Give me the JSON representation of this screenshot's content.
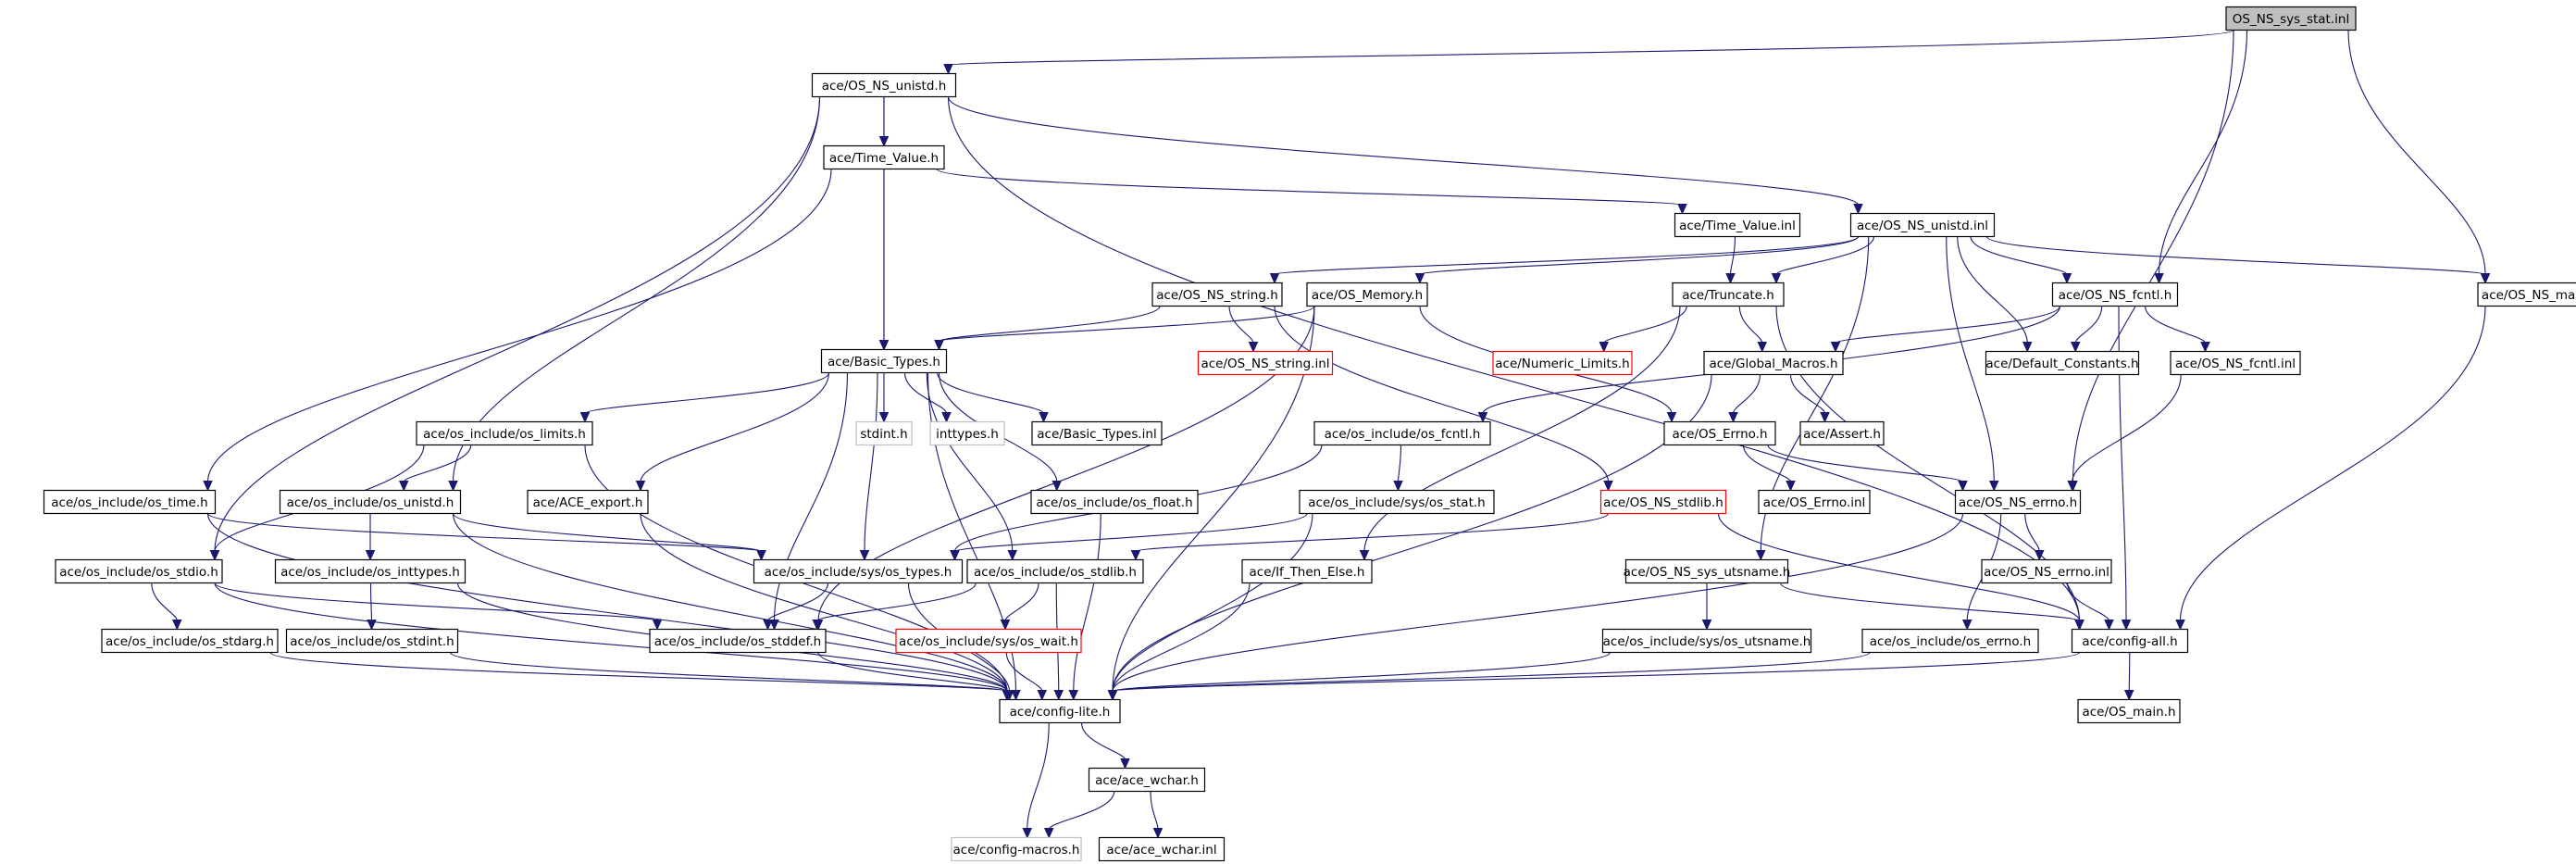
{
  "graph": {
    "nodes": [
      {
        "id": "root",
        "label": "OS_NS_sys_stat.inl",
        "style": "root"
      },
      {
        "id": "unistd_h",
        "label": "ace/OS_NS_unistd.h",
        "style": "normal"
      },
      {
        "id": "time_value_h",
        "label": "ace/Time_Value.h",
        "style": "normal"
      },
      {
        "id": "time_value_inl",
        "label": "ace/Time_Value.inl",
        "style": "normal"
      },
      {
        "id": "unistd_inl",
        "label": "ace/OS_NS_unistd.inl",
        "style": "normal"
      },
      {
        "id": "string_h",
        "label": "ace/OS_NS_string.h",
        "style": "normal"
      },
      {
        "id": "memory_h",
        "label": "ace/OS_Memory.h",
        "style": "normal"
      },
      {
        "id": "truncate_h",
        "label": "ace/Truncate.h",
        "style": "normal"
      },
      {
        "id": "fcntl_h",
        "label": "ace/OS_NS_fcntl.h",
        "style": "normal"
      },
      {
        "id": "macros_h",
        "label": "ace/OS_NS_macros.h",
        "style": "normal"
      },
      {
        "id": "basic_types_h",
        "label": "ace/Basic_Types.h",
        "style": "normal"
      },
      {
        "id": "string_inl",
        "label": "ace/OS_NS_string.inl",
        "style": "red"
      },
      {
        "id": "numeric_limits",
        "label": "ace/Numeric_Limits.h",
        "style": "red"
      },
      {
        "id": "global_macros",
        "label": "ace/Global_Macros.h",
        "style": "normal"
      },
      {
        "id": "default_constants",
        "label": "ace/Default_Constants.h",
        "style": "normal"
      },
      {
        "id": "fcntl_inl",
        "label": "ace/OS_NS_fcntl.inl",
        "style": "normal"
      },
      {
        "id": "os_limits",
        "label": "ace/os_include/os_limits.h",
        "style": "normal"
      },
      {
        "id": "stdint_h",
        "label": "stdint.h",
        "style": "gray"
      },
      {
        "id": "inttypes_h",
        "label": "inttypes.h",
        "style": "gray"
      },
      {
        "id": "basic_types_inl",
        "label": "ace/Basic_Types.inl",
        "style": "normal"
      },
      {
        "id": "os_fcntl",
        "label": "ace/os_include/os_fcntl.h",
        "style": "normal"
      },
      {
        "id": "os_errno_h",
        "label": "ace/OS_Errno.h",
        "style": "normal"
      },
      {
        "id": "assert_h",
        "label": "ace/Assert.h",
        "style": "normal"
      },
      {
        "id": "os_time",
        "label": "ace/os_include/os_time.h",
        "style": "normal"
      },
      {
        "id": "os_unistd",
        "label": "ace/os_include/os_unistd.h",
        "style": "normal"
      },
      {
        "id": "ace_export",
        "label": "ace/ACE_export.h",
        "style": "normal"
      },
      {
        "id": "os_float",
        "label": "ace/os_include/os_float.h",
        "style": "normal"
      },
      {
        "id": "sys_os_stat",
        "label": "ace/os_include/sys/os_stat.h",
        "style": "normal"
      },
      {
        "id": "stdlib_h",
        "label": "ace/OS_NS_stdlib.h",
        "style": "red"
      },
      {
        "id": "os_errno_inl",
        "label": "ace/OS_Errno.inl",
        "style": "normal"
      },
      {
        "id": "ns_errno_h",
        "label": "ace/OS_NS_errno.h",
        "style": "normal"
      },
      {
        "id": "os_stdio",
        "label": "ace/os_include/os_stdio.h",
        "style": "normal"
      },
      {
        "id": "os_inttypes",
        "label": "ace/os_include/os_inttypes.h",
        "style": "normal"
      },
      {
        "id": "sys_os_types",
        "label": "ace/os_include/sys/os_types.h",
        "style": "normal"
      },
      {
        "id": "os_stdlib",
        "label": "ace/os_include/os_stdlib.h",
        "style": "normal"
      },
      {
        "id": "if_then_else",
        "label": "ace/If_Then_Else.h",
        "style": "normal"
      },
      {
        "id": "sys_utsname_h",
        "label": "ace/OS_NS_sys_utsname.h",
        "style": "normal"
      },
      {
        "id": "ns_errno_inl",
        "label": "ace/OS_NS_errno.inl",
        "style": "normal"
      },
      {
        "id": "os_stdarg",
        "label": "ace/os_include/os_stdarg.h",
        "style": "normal"
      },
      {
        "id": "os_stdint",
        "label": "ace/os_include/os_stdint.h",
        "style": "normal"
      },
      {
        "id": "os_stddef",
        "label": "ace/os_include/os_stddef.h",
        "style": "normal"
      },
      {
        "id": "sys_os_wait",
        "label": "ace/os_include/sys/os_wait.h",
        "style": "red"
      },
      {
        "id": "sys_os_utsname",
        "label": "ace/os_include/sys/os_utsname.h",
        "style": "normal"
      },
      {
        "id": "inc_os_errno",
        "label": "ace/os_include/os_errno.h",
        "style": "normal"
      },
      {
        "id": "config_all",
        "label": "ace/config-all.h",
        "style": "normal"
      },
      {
        "id": "config_lite",
        "label": "ace/config-lite.h",
        "style": "normal"
      },
      {
        "id": "os_main",
        "label": "ace/OS_main.h",
        "style": "normal"
      },
      {
        "id": "ace_wchar_h",
        "label": "ace/ace_wchar.h",
        "style": "normal"
      },
      {
        "id": "config_macros",
        "label": "ace/config-macros.h",
        "style": "gray"
      },
      {
        "id": "ace_wchar_inl",
        "label": "ace/ace_wchar.inl",
        "style": "normal"
      }
    ],
    "edges": [
      [
        "root",
        "unistd_h"
      ],
      [
        "root",
        "fcntl_h"
      ],
      [
        "root",
        "ns_errno_h"
      ],
      [
        "root",
        "macros_h"
      ],
      [
        "unistd_h",
        "time_value_h"
      ],
      [
        "unistd_h",
        "basic_types_h"
      ],
      [
        "unistd_h",
        "unistd_inl"
      ],
      [
        "unistd_h",
        "os_unistd"
      ],
      [
        "unistd_h",
        "os_stdio"
      ],
      [
        "unistd_h",
        "config_all"
      ],
      [
        "time_value_h",
        "time_value_inl"
      ],
      [
        "time_value_h",
        "basic_types_h"
      ],
      [
        "time_value_h",
        "os_time"
      ],
      [
        "time_value_inl",
        "truncate_h"
      ],
      [
        "unistd_inl",
        "string_h"
      ],
      [
        "unistd_inl",
        "memory_h"
      ],
      [
        "unistd_inl",
        "truncate_h"
      ],
      [
        "unistd_inl",
        "fcntl_h"
      ],
      [
        "unistd_inl",
        "macros_h"
      ],
      [
        "unistd_inl",
        "default_constants"
      ],
      [
        "unistd_inl",
        "ns_errno_h"
      ],
      [
        "unistd_inl",
        "sys_utsname_h"
      ],
      [
        "string_h",
        "string_inl"
      ],
      [
        "string_h",
        "basic_types_h"
      ],
      [
        "string_h",
        "stdlib_h"
      ],
      [
        "memory_h",
        "basic_types_h"
      ],
      [
        "memory_h",
        "os_stddef"
      ],
      [
        "memory_h",
        "os_errno_h"
      ],
      [
        "memory_h",
        "config_lite"
      ],
      [
        "truncate_h",
        "numeric_limits"
      ],
      [
        "truncate_h",
        "global_macros"
      ],
      [
        "truncate_h",
        "if_then_else"
      ],
      [
        "truncate_h",
        "config_all"
      ],
      [
        "fcntl_h",
        "global_macros"
      ],
      [
        "fcntl_h",
        "default_constants"
      ],
      [
        "fcntl_h",
        "fcntl_inl"
      ],
      [
        "fcntl_h",
        "os_fcntl"
      ],
      [
        "fcntl_h",
        "config_all"
      ],
      [
        "macros_h",
        "config_all"
      ],
      [
        "basic_types_h",
        "os_limits"
      ],
      [
        "basic_types_h",
        "stdint_h"
      ],
      [
        "basic_types_h",
        "inttypes_h"
      ],
      [
        "basic_types_h",
        "basic_types_inl"
      ],
      [
        "basic_types_h",
        "ace_export"
      ],
      [
        "basic_types_h",
        "os_float"
      ],
      [
        "basic_types_h",
        "sys_os_types"
      ],
      [
        "basic_types_h",
        "os_stddef"
      ],
      [
        "basic_types_h",
        "os_stdlib"
      ],
      [
        "basic_types_h",
        "config_lite"
      ],
      [
        "global_macros",
        "os_errno_h"
      ],
      [
        "global_macros",
        "assert_h"
      ],
      [
        "global_macros",
        "config_lite"
      ],
      [
        "fcntl_inl",
        "ns_errno_h"
      ],
      [
        "os_limits",
        "os_unistd"
      ],
      [
        "os_limits",
        "os_stdio"
      ],
      [
        "os_limits",
        "config_lite"
      ],
      [
        "os_fcntl",
        "sys_os_stat"
      ],
      [
        "os_fcntl",
        "sys_os_types"
      ],
      [
        "os_errno_h",
        "os_errno_inl"
      ],
      [
        "os_errno_h",
        "ns_errno_h"
      ],
      [
        "os_time",
        "sys_os_types"
      ],
      [
        "os_time",
        "config_lite"
      ],
      [
        "os_unistd",
        "os_inttypes"
      ],
      [
        "os_unistd",
        "sys_os_types"
      ],
      [
        "os_unistd",
        "config_lite"
      ],
      [
        "ace_export",
        "config_lite"
      ],
      [
        "os_float",
        "config_lite"
      ],
      [
        "sys_os_stat",
        "sys_os_types"
      ],
      [
        "sys_os_stat",
        "config_lite"
      ],
      [
        "stdlib_h",
        "os_stdlib"
      ],
      [
        "stdlib_h",
        "config_all"
      ],
      [
        "ns_errno_h",
        "ns_errno_inl"
      ],
      [
        "ns_errno_h",
        "inc_os_errno"
      ],
      [
        "ns_errno_h",
        "config_lite"
      ],
      [
        "os_stdio",
        "os_stdarg"
      ],
      [
        "os_stdio",
        "os_stddef"
      ],
      [
        "os_stdio",
        "config_lite"
      ],
      [
        "os_inttypes",
        "os_stdint"
      ],
      [
        "os_inttypes",
        "config_lite"
      ],
      [
        "sys_os_types",
        "os_stddef"
      ],
      [
        "sys_os_types",
        "config_lite"
      ],
      [
        "os_stdlib",
        "os_stddef"
      ],
      [
        "os_stdlib",
        "sys_os_wait"
      ],
      [
        "os_stdlib",
        "config_lite"
      ],
      [
        "if_then_else",
        "config_lite"
      ],
      [
        "sys_utsname_h",
        "sys_os_utsname"
      ],
      [
        "sys_utsname_h",
        "config_all"
      ],
      [
        "ns_errno_inl",
        "config_all"
      ],
      [
        "os_stdarg",
        "config_lite"
      ],
      [
        "os_stdint",
        "config_lite"
      ],
      [
        "os_stddef",
        "config_lite"
      ],
      [
        "sys_os_wait",
        "config_lite"
      ],
      [
        "sys_os_utsname",
        "config_lite"
      ],
      [
        "inc_os_errno",
        "config_lite"
      ],
      [
        "config_all",
        "config_lite"
      ],
      [
        "config_all",
        "os_main"
      ],
      [
        "config_lite",
        "ace_wchar_h"
      ],
      [
        "config_lite",
        "config_macros"
      ],
      [
        "ace_wchar_h",
        "config_macros"
      ],
      [
        "ace_wchar_h",
        "ace_wchar_inl"
      ]
    ]
  }
}
